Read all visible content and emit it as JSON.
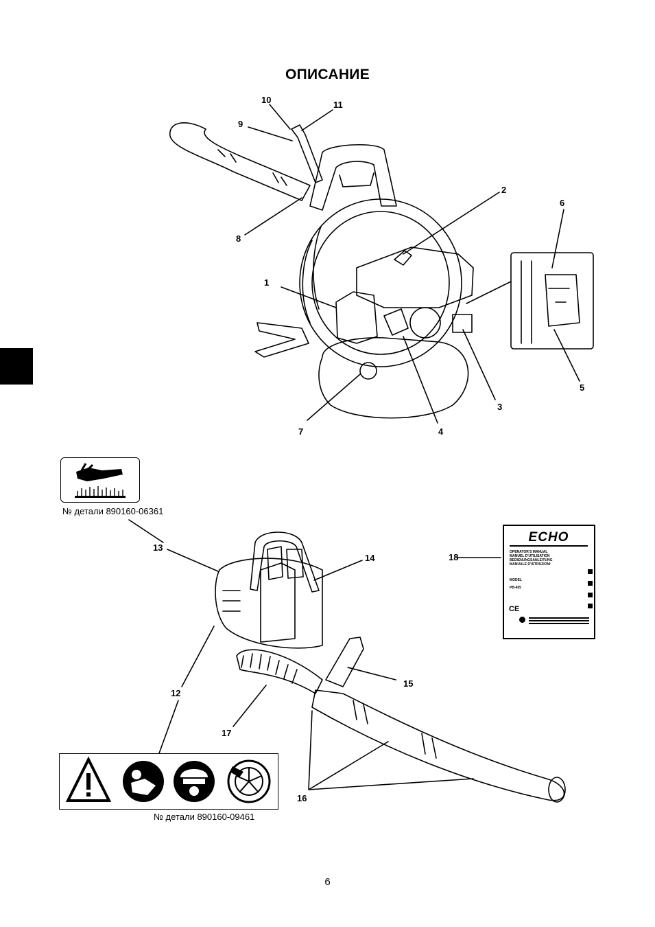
{
  "page": {
    "title": "ОПИСАНИЕ",
    "page_number": "6"
  },
  "callouts": [
    "1",
    "2",
    "3",
    "4",
    "5",
    "6",
    "7",
    "8",
    "9",
    "10",
    "11",
    "12",
    "13",
    "14",
    "15",
    "16",
    "17",
    "18"
  ],
  "labels": {
    "part_13": "№ детали 890160-06361",
    "part_12": "№ детали 890160-09461"
  },
  "manual_cover": {
    "brand": "ECHO",
    "lines": [
      "OPERATOR'S MANUAL",
      "MANUEL D'UTILISATION",
      "BEDIENUNGSANLEITUNG",
      "MANUALE D'ISTRUZIONI"
    ],
    "model_label": "MODEL",
    "model": "PB-455",
    "mark": "CE"
  },
  "icons": [
    "hot-surface-warning-icon",
    "warning-triangle-icon",
    "read-manual-icon",
    "protective-gear-icon",
    "rotating-fan-hazard-icon"
  ]
}
